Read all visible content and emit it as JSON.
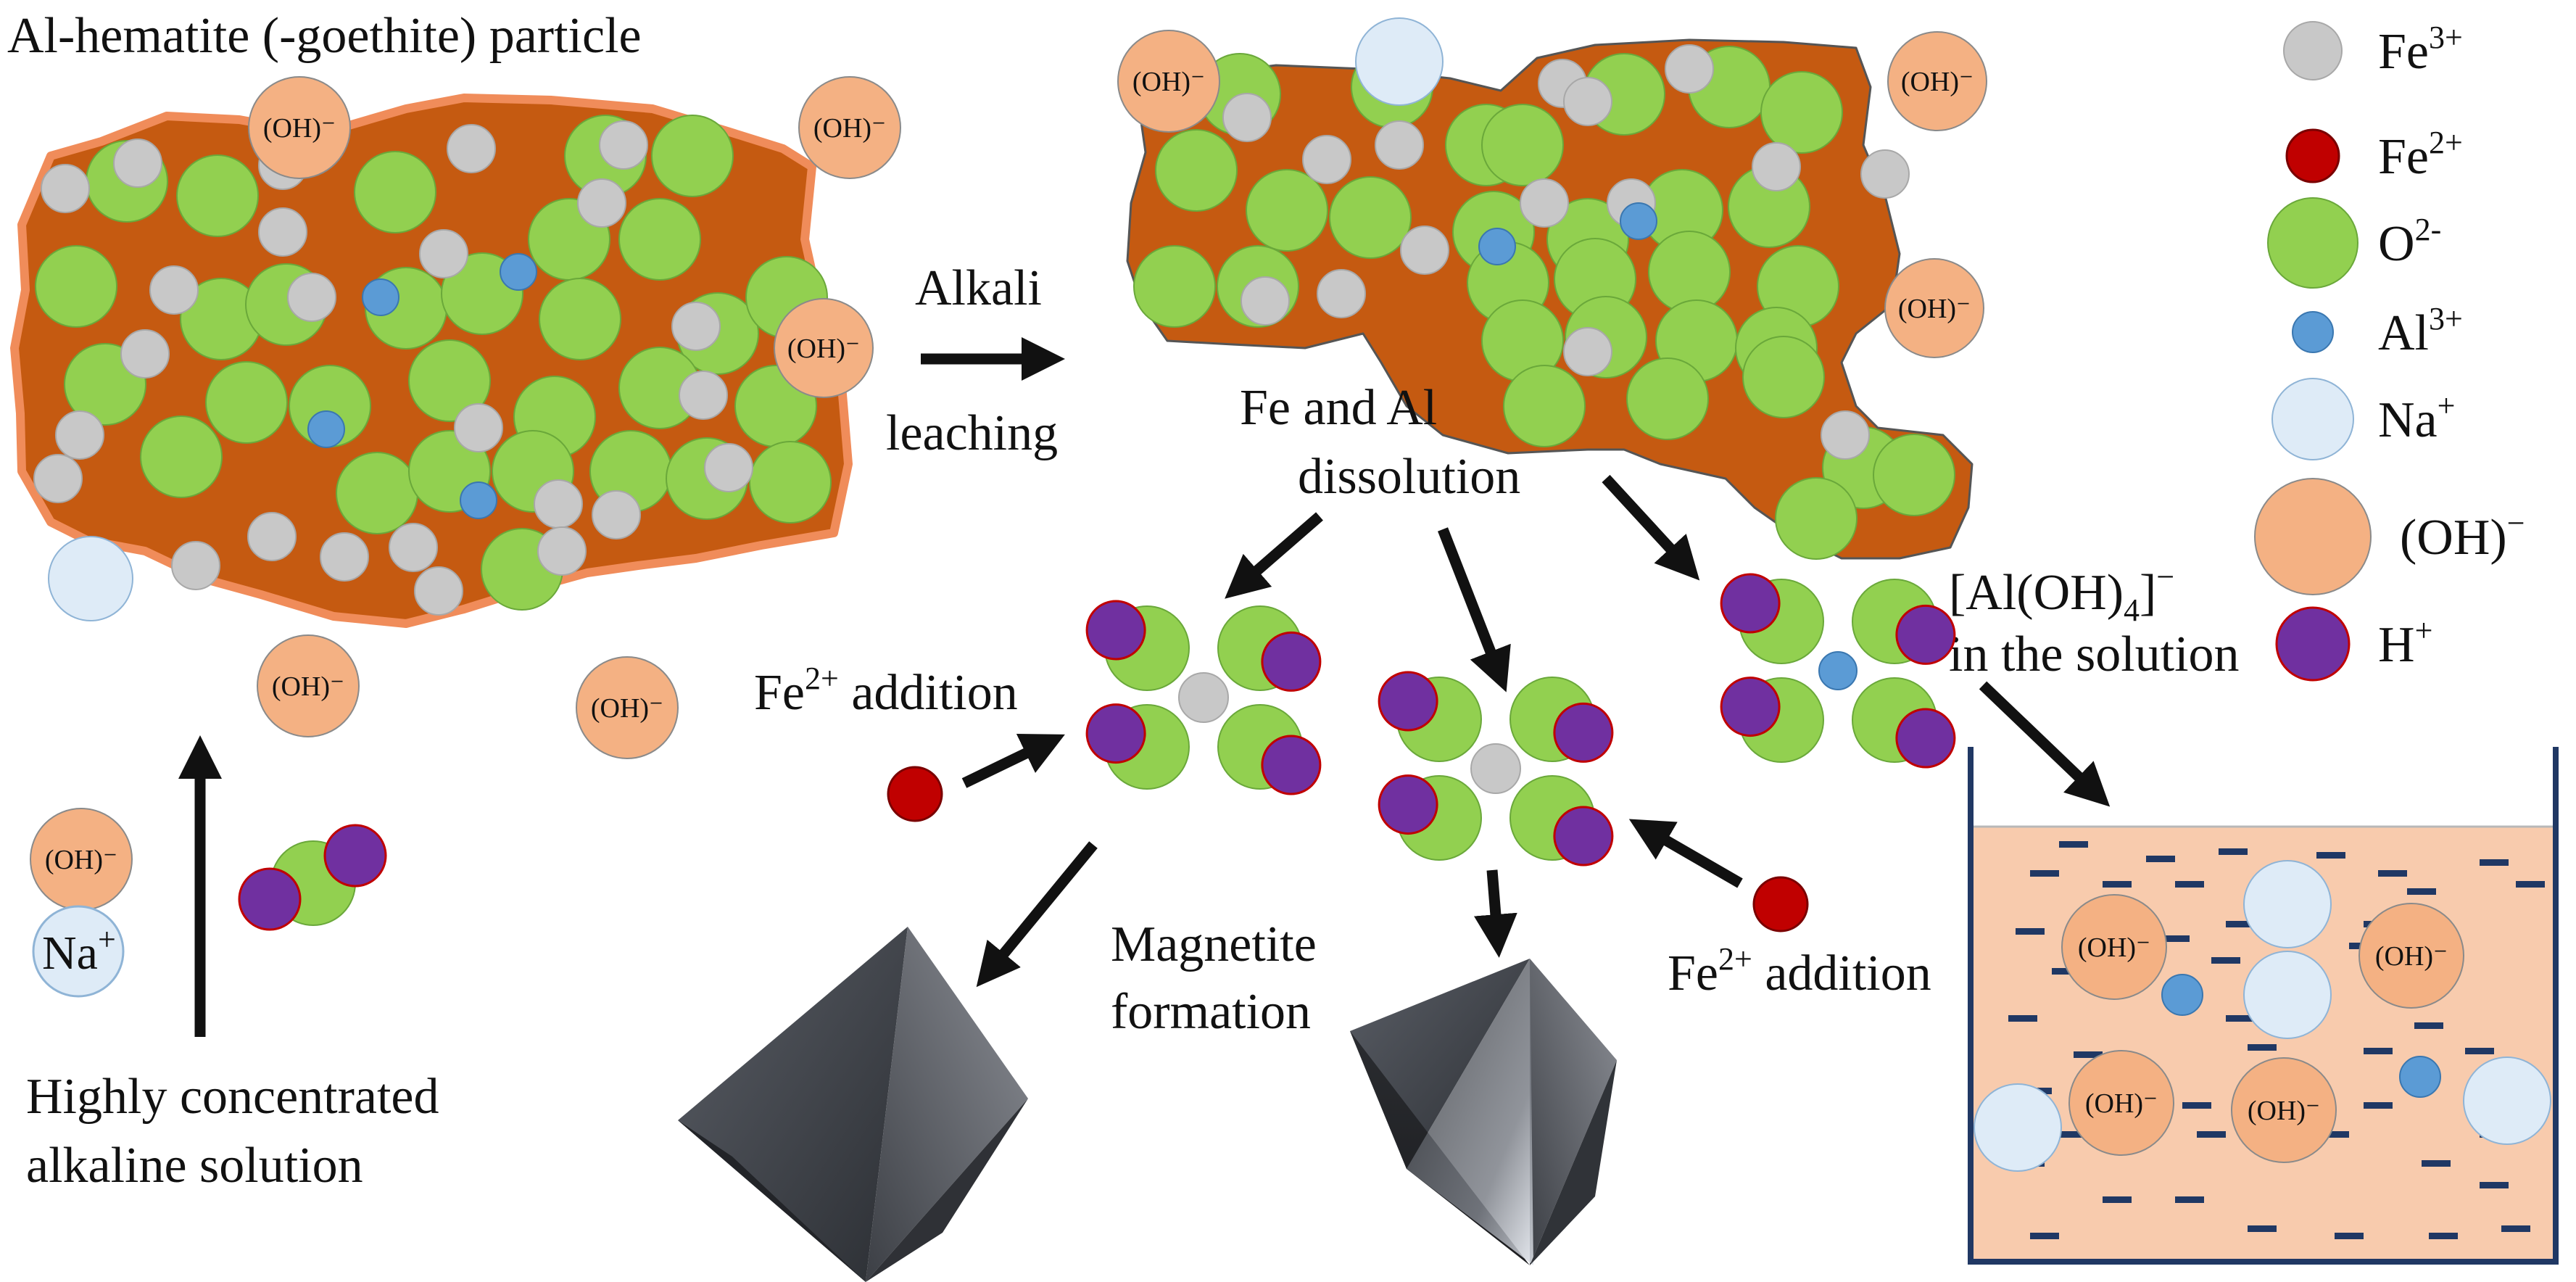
{
  "labels": {
    "particle_title": "Al-hematite (-goethite) particle",
    "alkali_line1": "Alkali",
    "alkali_line2": "leaching",
    "dissolution_line1": "Fe and Al",
    "dissolution_line2": "dissolution",
    "fe2_addition_left_base": "Fe",
    "fe2_addition_left_sup": "2+",
    "fe2_addition_left_rest": " addition",
    "fe2_addition_right_base": "Fe",
    "fe2_addition_right_sup": "2+",
    "fe2_addition_right_rest": " addition",
    "aluminate_open": "[Al(OH)",
    "aluminate_sub": "4",
    "aluminate_close": "]",
    "aluminate_sup": "−",
    "aluminate_line2": "in the solution",
    "magnetite_line1": "Magnetite",
    "magnetite_line2": "formation",
    "alkaline_line1": "Highly concentrated",
    "alkaline_line2": "alkaline solution",
    "na_base": "Na",
    "na_sup": "+",
    "oh_ion": "(OH)⁻"
  },
  "legend": [
    {
      "name": "fe3",
      "base": "Fe",
      "sup": "3+",
      "color": "#c8c8c8"
    },
    {
      "name": "fe2",
      "base": "Fe",
      "sup": "2+",
      "color": "#c00000"
    },
    {
      "name": "o2",
      "base": "O",
      "sup": "2-",
      "color": "#92d050"
    },
    {
      "name": "al3",
      "base": "Al",
      "sup": "3+",
      "color": "#5b9bd5"
    },
    {
      "name": "na",
      "base": "Na",
      "sup": "+",
      "color": "#deebf7"
    },
    {
      "name": "oh",
      "base": "(OH)",
      "sup": "−",
      "color": "#f4b183"
    },
    {
      "name": "h",
      "base": "H",
      "sup": "+",
      "color": "#7030a0"
    }
  ],
  "colors": {
    "particle": "#c55a11",
    "particle_edge": "#f08c5a",
    "solution": "#f8cbad",
    "container": "#203864",
    "arrow": "#111111"
  }
}
